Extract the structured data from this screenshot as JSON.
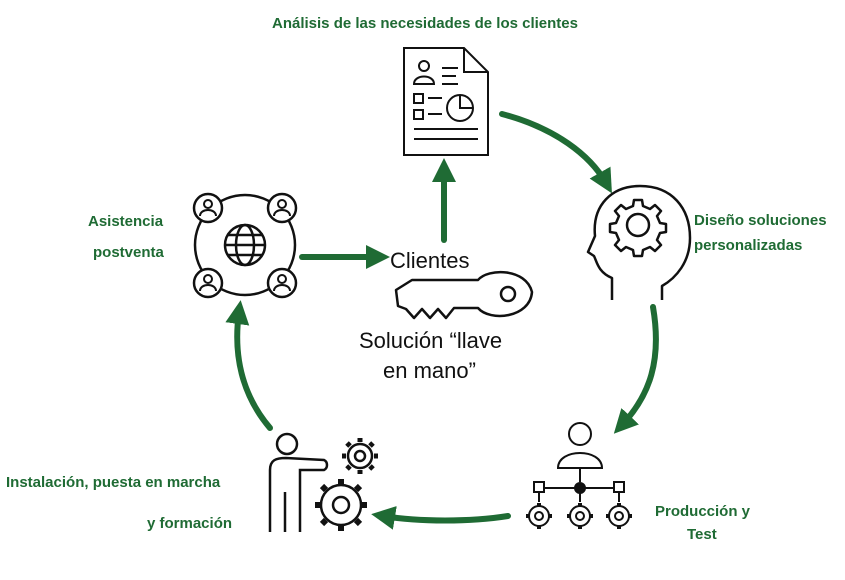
{
  "labels": {
    "top": "Análisis de las necesidades de los clientes",
    "right_1": "Diseño soluciones",
    "right_2": "personalizadas",
    "bottom_right_1": "Producción y",
    "bottom_right_2": "Test",
    "bottom_left_1": "Instalación, puesta en marcha",
    "bottom_left_2": "y formación",
    "left_1": "Asistencia",
    "left_2": "postventa"
  },
  "center": {
    "clients": "Clientes",
    "solution_1": "Solución “llave",
    "solution_2": "en mano”"
  },
  "colors": {
    "label": "#1f6b34",
    "arrow": "#1f6b34",
    "icon": "#111111"
  },
  "icons": [
    "document-chart-icon",
    "head-gear-icon",
    "org-chart-gears-icon",
    "person-gears-icon",
    "network-globe-icon",
    "key-icon"
  ]
}
